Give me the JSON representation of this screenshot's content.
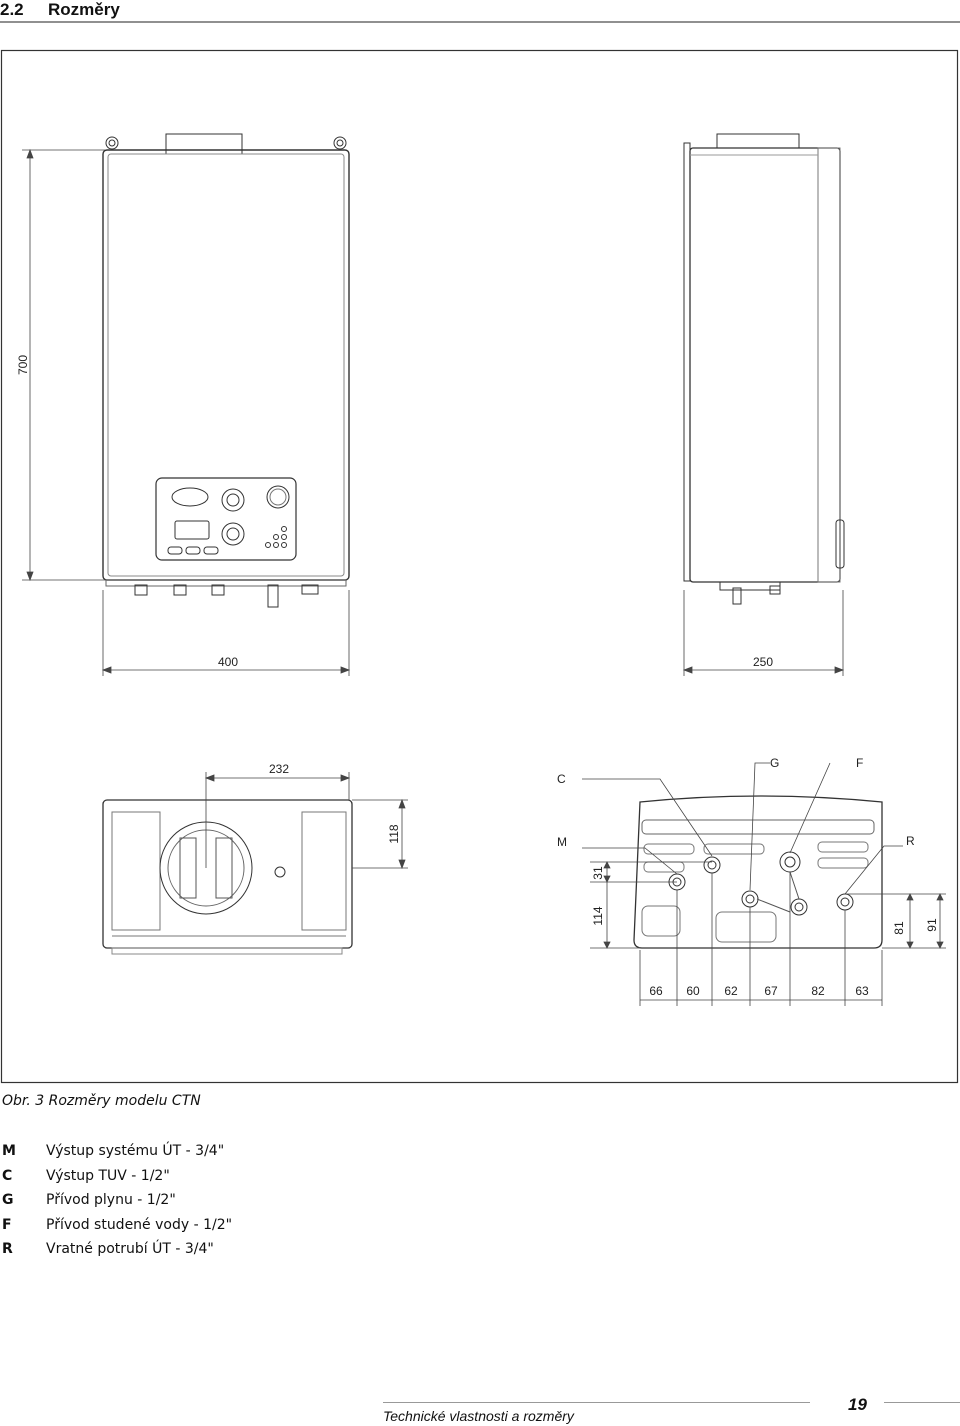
{
  "section": {
    "number": "2.2",
    "title": "Rozměry"
  },
  "dimensions": {
    "height": "700",
    "front_width": "400",
    "side_depth": "250",
    "bottom_offset": "232",
    "bottom_depth": "118",
    "offset_31": "31",
    "offset_114": "114",
    "offset_81": "81",
    "offset_91": "91",
    "spacings": [
      "66",
      "60",
      "62",
      "67",
      "82",
      "63"
    ]
  },
  "connection_labels": {
    "c": "C",
    "g": "G",
    "f": "F",
    "m": "M",
    "r": "R"
  },
  "caption": "Obr. 3 Rozměry modelu CTN",
  "legend": [
    {
      "code": "M",
      "description": "Výstup systému ÚT - 3/4\""
    },
    {
      "code": "C",
      "description": "Výstup TUV - 1/2\""
    },
    {
      "code": "G",
      "description": "Přívod plynu - 1/2\""
    },
    {
      "code": "F",
      "description": "Přívod studené vody - 1/2\""
    },
    {
      "code": "R",
      "description": "Vratné potrubí ÚT - 3/4\""
    }
  ],
  "footer": {
    "text": "Technické vlastnosti a rozměry",
    "page": "19"
  }
}
